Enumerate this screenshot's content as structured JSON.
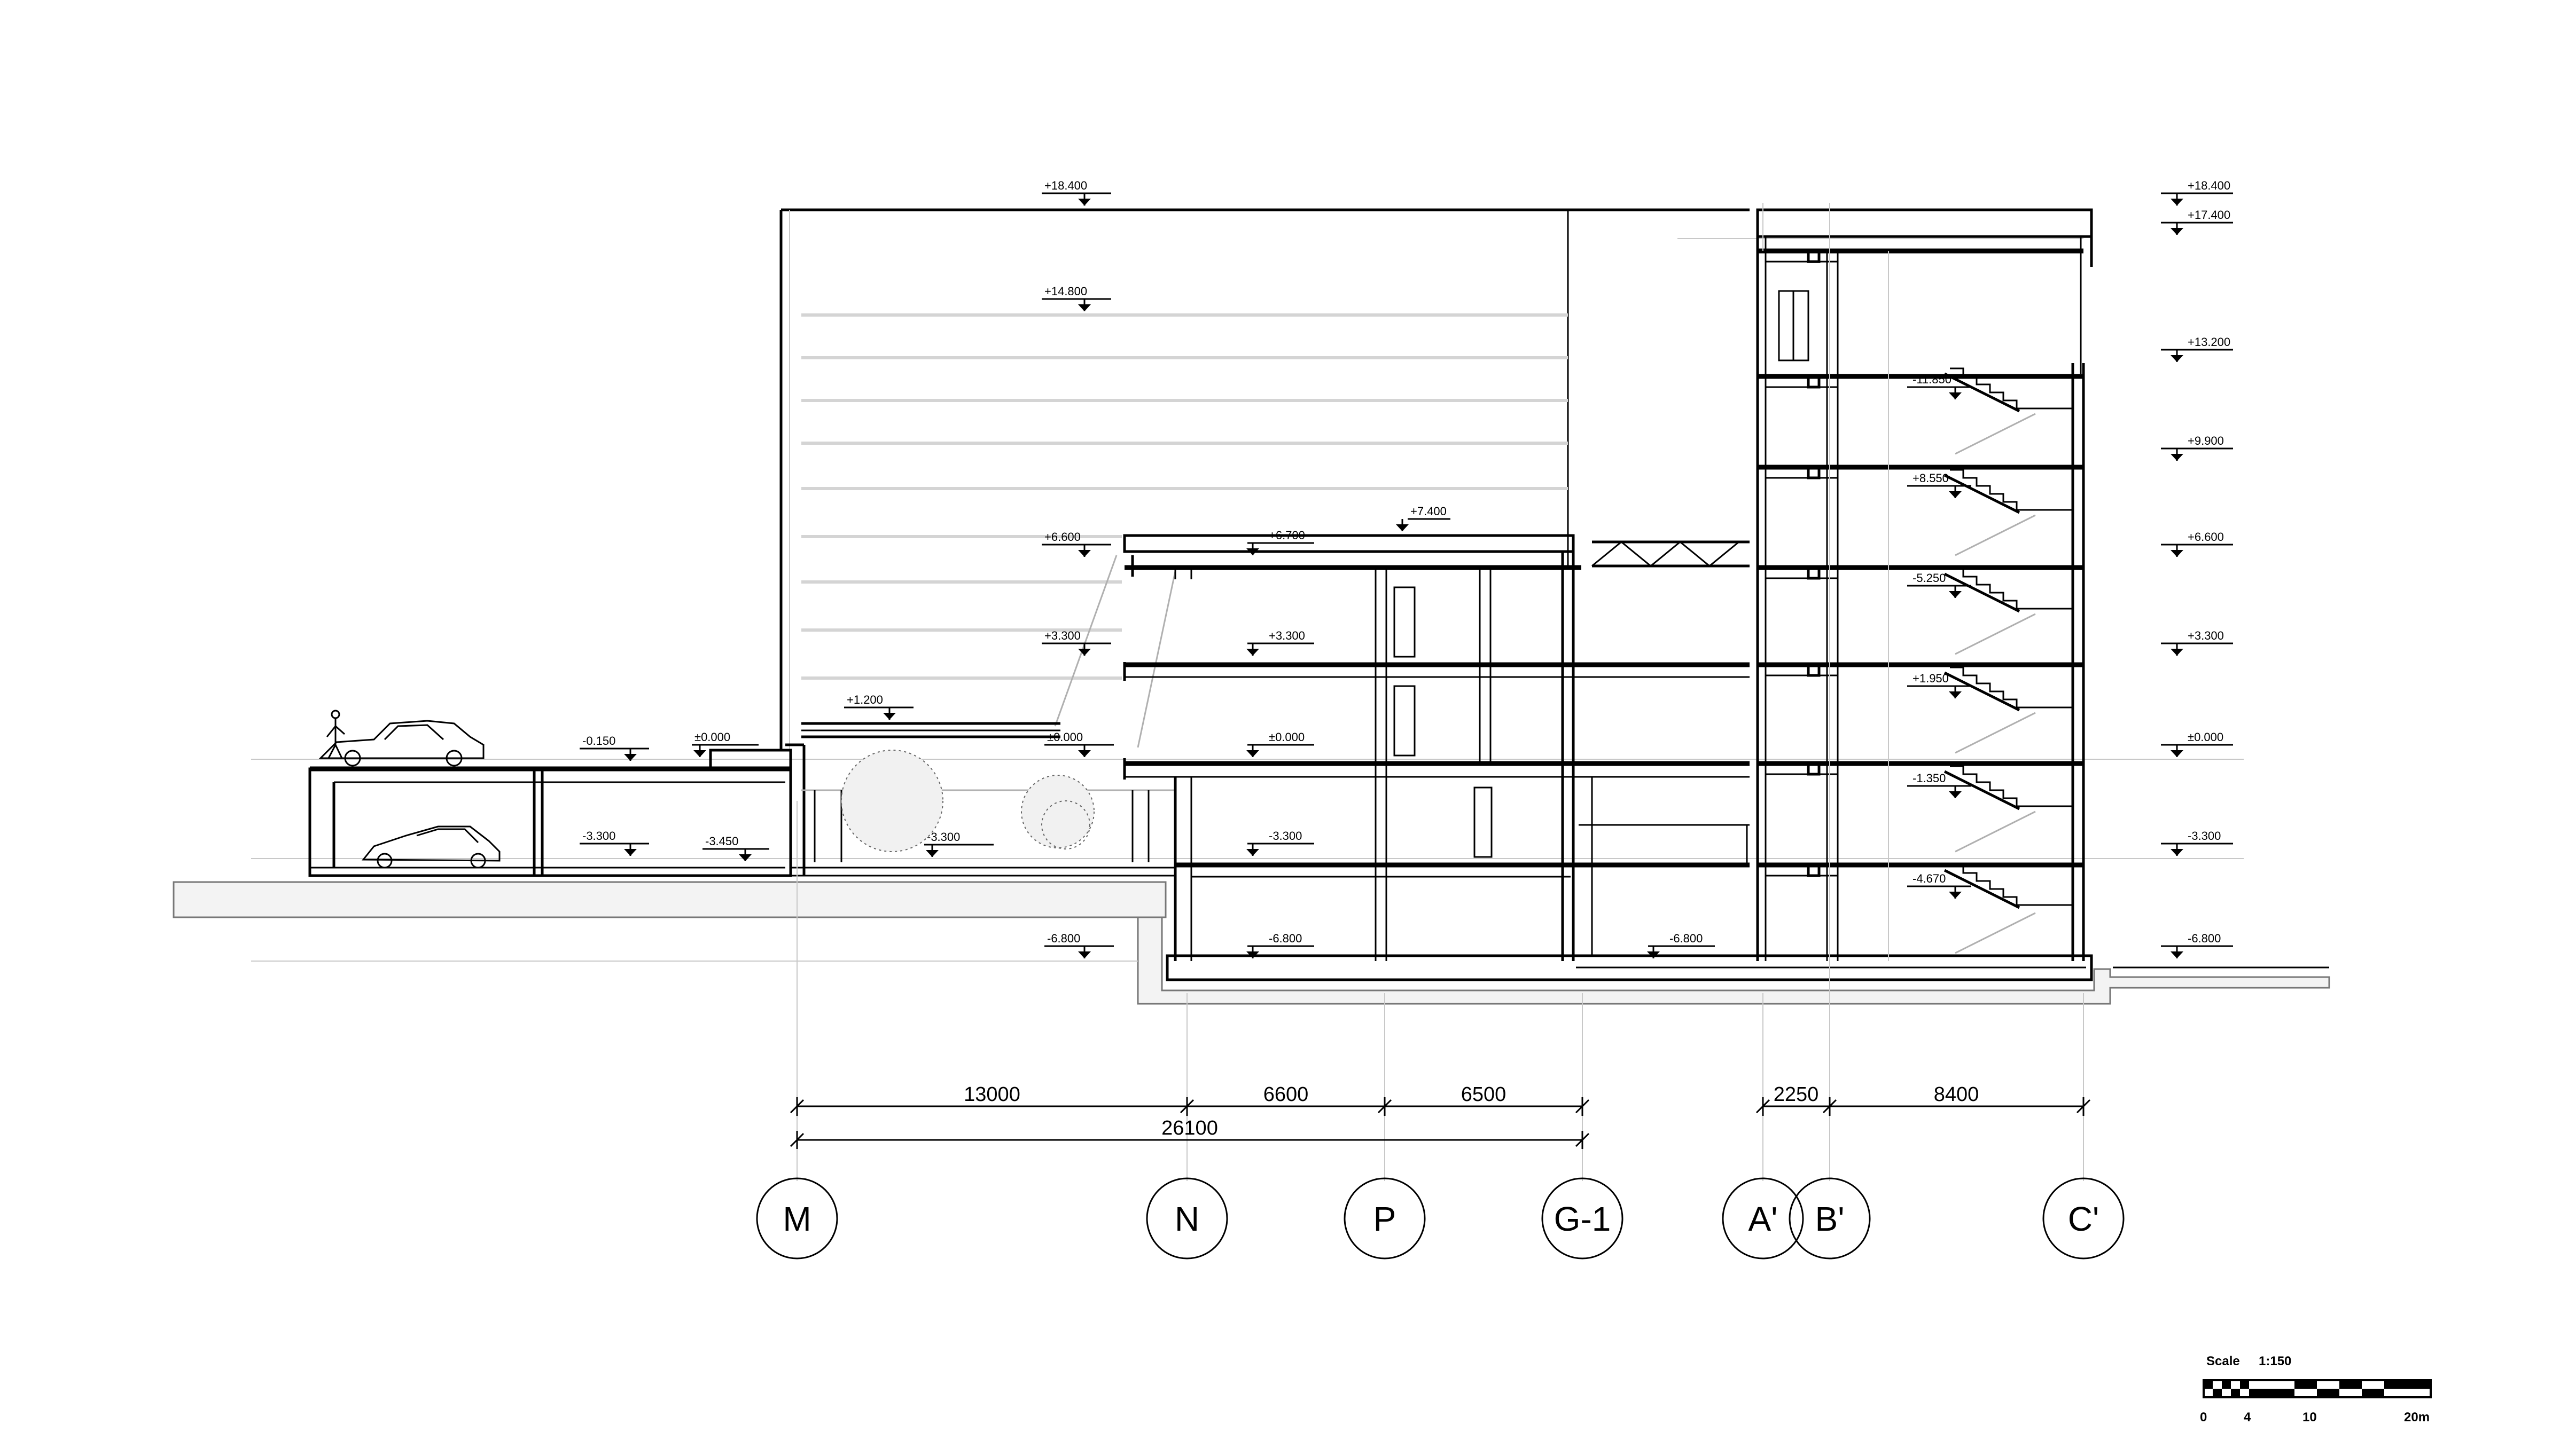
{
  "levels": {
    "left": [
      {
        "id": "l-1",
        "label": "+18.400"
      },
      {
        "id": "l-2",
        "label": "+14.800"
      },
      {
        "id": "l-3",
        "label": "+7.400"
      },
      {
        "id": "l-4",
        "label": "+6.600"
      },
      {
        "id": "l-5",
        "label": "+6.700"
      },
      {
        "id": "l-6",
        "label": "+3.300"
      },
      {
        "id": "l-7",
        "label": "+3.300"
      },
      {
        "id": "l-8",
        "label": "+1.200"
      },
      {
        "id": "l-9",
        "label": "-0.150"
      },
      {
        "id": "l-10",
        "label": "±0.000"
      },
      {
        "id": "l-11",
        "label": "±0.000"
      },
      {
        "id": "l-12",
        "label": "±0.000"
      },
      {
        "id": "l-13",
        "label": "-3.300"
      },
      {
        "id": "l-14",
        "label": "-3.450"
      },
      {
        "id": "l-15",
        "label": "-3.300"
      },
      {
        "id": "l-16",
        "label": "-3.300"
      },
      {
        "id": "l-17",
        "label": "-6.800"
      },
      {
        "id": "l-18",
        "label": "-6.800"
      },
      {
        "id": "l-19",
        "label": "-6.800"
      }
    ],
    "stair": [
      {
        "id": "s-1",
        "label": "-11.850"
      },
      {
        "id": "s-2",
        "label": "+8.550"
      },
      {
        "id": "s-3",
        "label": "-5.250"
      },
      {
        "id": "s-4",
        "label": "+1.950"
      },
      {
        "id": "s-5",
        "label": "-1.350"
      },
      {
        "id": "s-6",
        "label": "-4.670"
      }
    ],
    "right": [
      {
        "id": "r-1",
        "label": "+18.400"
      },
      {
        "id": "r-2",
        "label": "+17.400"
      },
      {
        "id": "r-3",
        "label": "+13.200"
      },
      {
        "id": "r-4",
        "label": "+9.900"
      },
      {
        "id": "r-5",
        "label": "+6.600"
      },
      {
        "id": "r-6",
        "label": "+3.300"
      },
      {
        "id": "r-7",
        "label": "±0.000"
      },
      {
        "id": "r-8",
        "label": "-3.300"
      },
      {
        "id": "r-9",
        "label": "-6.800"
      }
    ]
  },
  "dimensions": {
    "segments": [
      "13000",
      "6600",
      "6500",
      "2250",
      "8400"
    ],
    "total": "26100"
  },
  "axes": [
    "M",
    "N",
    "P",
    "G-1",
    "A'",
    "B'",
    "C'"
  ],
  "scale_bar": {
    "label": "Scale",
    "ratio": "1:150",
    "ticks": [
      "0",
      "4",
      "10",
      "20m"
    ]
  }
}
